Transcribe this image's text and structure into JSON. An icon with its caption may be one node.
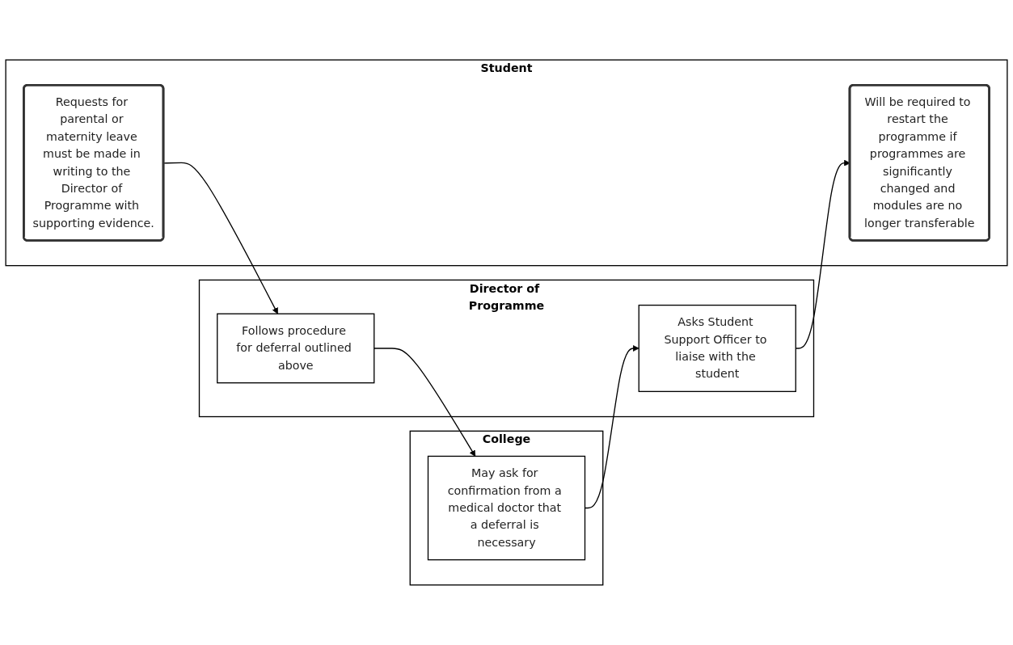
{
  "diagram": {
    "nodes": [
      {
        "text": [
          "College"
        ]
      },
      {
        "text": [
          "May ask for confirmation from a medical doctor that a deferral is necessary"
        ],
        "in": 0
      },
      {
        "text": [
          "Director of Programme"
        ]
      },
      {
        "text": [
          "Follows procedure for deferral outlined above"
        ],
        "in": 2
      },
      {
        "text": [
          "Asks Student Support Officer to liaise with the student"
        ],
        "in": 2
      },
      {
        "text": [
          "Student"
        ]
      },
      {
        "text": [
          "Requests for parental or maternity leave must be made in writing to the Director of Programme with supporting evidence."
        ],
        "in": 5
      },
      {
        "text": [
          "Will be required to restart the programme if programmes are significantly changed and modules are no longer transferable"
        ],
        "in": 5
      }
    ],
    "edges": [
      {
        "from": 6,
        "to": 3,
        "arrow": "to"
      },
      {
        "from": 3,
        "to": 1,
        "arrow": "to"
      },
      {
        "from": 1,
        "to": 4,
        "arrow": "to"
      },
      {
        "from": 4,
        "to": 7,
        "arrow": "to"
      }
    ]
  }
}
